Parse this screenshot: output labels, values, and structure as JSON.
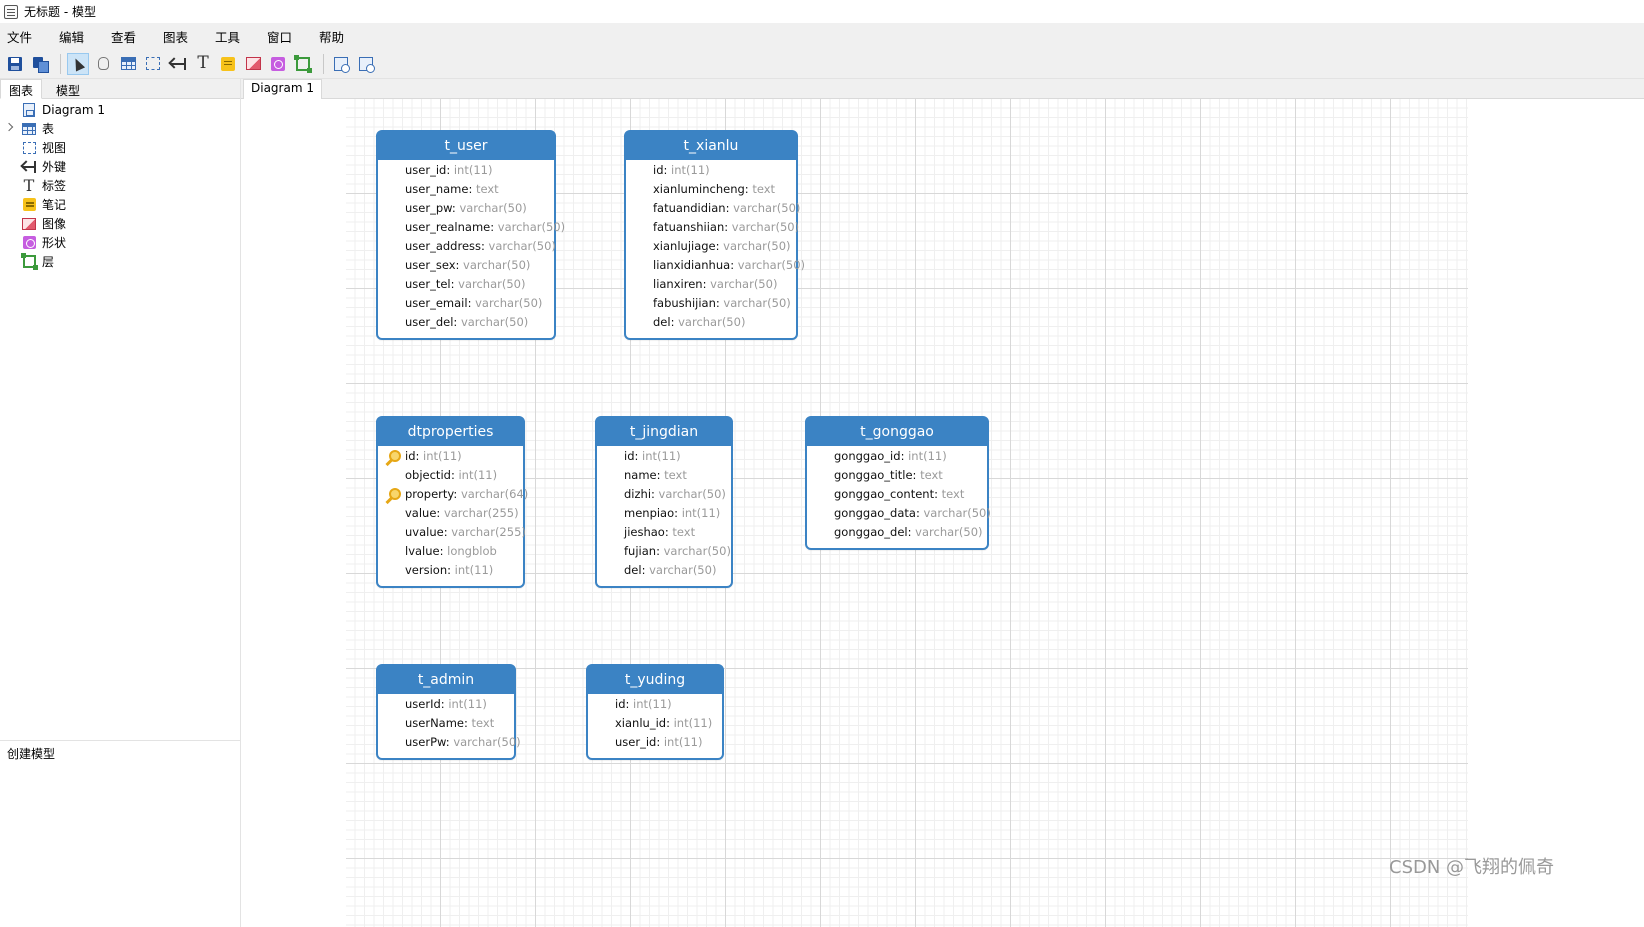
{
  "window": {
    "title": "无标题 - 模型"
  },
  "menu": [
    "文件",
    "编辑",
    "查看",
    "图表",
    "工具",
    "窗口",
    "帮助"
  ],
  "toolbar": {
    "buttons": [
      "save-icon",
      "save-as-icon",
      "pointer-icon",
      "hand-icon",
      "table-icon",
      "view-icon",
      "foreign-key-icon",
      "label-icon",
      "note-icon",
      "image-icon",
      "shape-icon",
      "layer-icon",
      "auto-layout-icon",
      "zoom-fit-icon"
    ],
    "active": "pointer-icon"
  },
  "left_panel": {
    "tabs": [
      {
        "label": "图表",
        "active": true
      },
      {
        "label": "模型",
        "active": false
      }
    ],
    "tree": [
      {
        "label": "Diagram 1",
        "icon": "diagram-icon"
      },
      {
        "label": "表",
        "icon": "table-icon",
        "expandable": true
      },
      {
        "label": "视图",
        "icon": "view-icon"
      },
      {
        "label": "外键",
        "icon": "foreign-key-icon"
      },
      {
        "label": "标签",
        "icon": "label-icon"
      },
      {
        "label": "笔记",
        "icon": "note-icon"
      },
      {
        "label": "图像",
        "icon": "image-icon"
      },
      {
        "label": "形状",
        "icon": "shape-icon"
      },
      {
        "label": "层",
        "icon": "layer-icon"
      }
    ],
    "status": "创建模型"
  },
  "doc_tabs": [
    {
      "label": "Diagram 1",
      "active": true
    }
  ],
  "colors": {
    "entity_header": "#3b83c4",
    "field_type": "#9a9a9a",
    "key": "#e6a715"
  },
  "entities": [
    {
      "name": "t_user",
      "fields": [
        {
          "name": "user_id",
          "type": "int(11)"
        },
        {
          "name": "user_name",
          "type": "text"
        },
        {
          "name": "user_pw",
          "type": "varchar(50)"
        },
        {
          "name": "user_realname",
          "type": "varchar(50)"
        },
        {
          "name": "user_address",
          "type": "varchar(50)"
        },
        {
          "name": "user_sex",
          "type": "varchar(50)"
        },
        {
          "name": "user_tel",
          "type": "varchar(50)"
        },
        {
          "name": "user_email",
          "type": "varchar(50)"
        },
        {
          "name": "user_del",
          "type": "varchar(50)"
        }
      ]
    },
    {
      "name": "t_xianlu",
      "fields": [
        {
          "name": "id",
          "type": "int(11)"
        },
        {
          "name": "xianlumincheng",
          "type": "text"
        },
        {
          "name": "fatuandidian",
          "type": "varchar(50)"
        },
        {
          "name": "fatuanshiian",
          "type": "varchar(50)"
        },
        {
          "name": "xianlujiage",
          "type": "varchar(50)"
        },
        {
          "name": "lianxidianhua",
          "type": "varchar(50)"
        },
        {
          "name": "lianxiren",
          "type": "varchar(50)"
        },
        {
          "name": "fabushijian",
          "type": "varchar(50)"
        },
        {
          "name": "del",
          "type": "varchar(50)"
        }
      ]
    },
    {
      "name": "dtproperties",
      "fields": [
        {
          "name": "id",
          "type": "int(11)",
          "key": true
        },
        {
          "name": "objectid",
          "type": "int(11)"
        },
        {
          "name": "property",
          "type": "varchar(64)",
          "key": true
        },
        {
          "name": "value",
          "type": "varchar(255)"
        },
        {
          "name": "uvalue",
          "type": "varchar(255)"
        },
        {
          "name": "lvalue",
          "type": "longblob"
        },
        {
          "name": "version",
          "type": "int(11)"
        }
      ]
    },
    {
      "name": "t_jingdian",
      "fields": [
        {
          "name": "id",
          "type": "int(11)"
        },
        {
          "name": "name",
          "type": "text"
        },
        {
          "name": "dizhi",
          "type": "varchar(50)"
        },
        {
          "name": "menpiao",
          "type": "int(11)"
        },
        {
          "name": "jieshao",
          "type": "text"
        },
        {
          "name": "fujian",
          "type": "varchar(50)"
        },
        {
          "name": "del",
          "type": "varchar(50)"
        }
      ]
    },
    {
      "name": "t_gonggao",
      "fields": [
        {
          "name": "gonggao_id",
          "type": "int(11)"
        },
        {
          "name": "gonggao_title",
          "type": "text"
        },
        {
          "name": "gonggao_content",
          "type": "text"
        },
        {
          "name": "gonggao_data",
          "type": "varchar(50)"
        },
        {
          "name": "gonggao_del",
          "type": "varchar(50)"
        }
      ]
    },
    {
      "name": "t_admin",
      "fields": [
        {
          "name": "userId",
          "type": "int(11)"
        },
        {
          "name": "userName",
          "type": "text"
        },
        {
          "name": "userPw",
          "type": "varchar(50)"
        }
      ]
    },
    {
      "name": "t_yuding",
      "fields": [
        {
          "name": "id",
          "type": "int(11)"
        },
        {
          "name": "xianlu_id",
          "type": "int(11)"
        },
        {
          "name": "user_id",
          "type": "int(11)"
        }
      ]
    }
  ],
  "watermark": "CSDN @飞翔的佩奇"
}
